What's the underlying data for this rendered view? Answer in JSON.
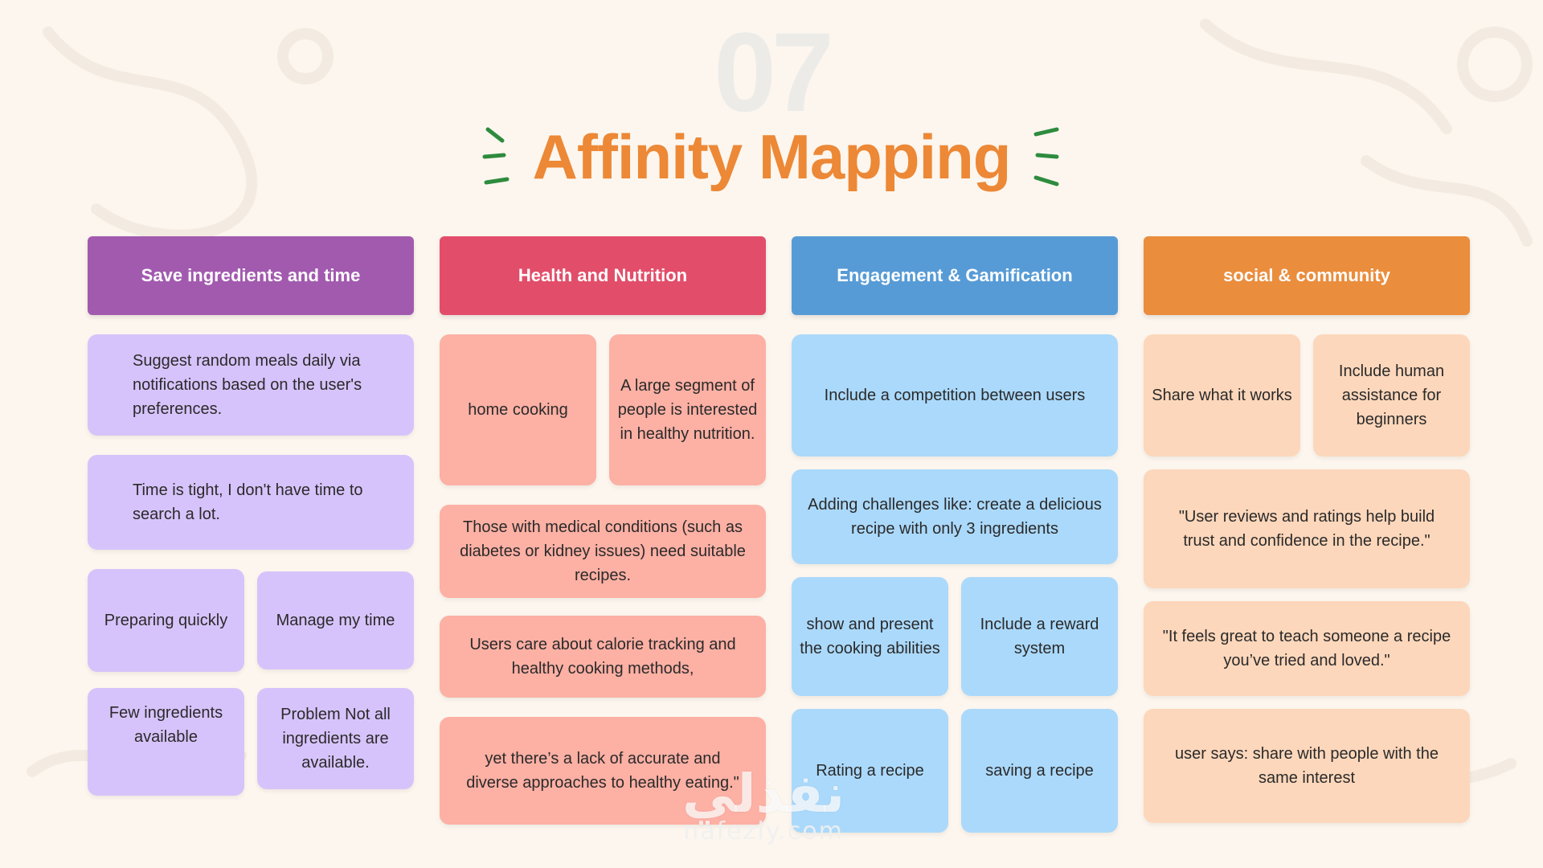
{
  "slide_number": "07",
  "title": "Affinity Mapping",
  "colors": {
    "title_orange": "#ec8836",
    "spark_green": "#2e8b3e",
    "header_purple": "#a25aaf",
    "header_red": "#e24e6a",
    "header_blue": "#579bd6",
    "header_orange": "#ea8d3d",
    "note_purple": "#d7c3fb",
    "note_salmon": "#fdb0a4",
    "note_blue": "#abd9fb",
    "note_peach": "#fdd7bb"
  },
  "columns": [
    {
      "header": "Save ingredients and time",
      "notes": {
        "n1": "Suggest random meals daily via notifications based on the user's preferences.",
        "n2": "Time is tight, I don't have time to search a lot.",
        "n3a": "Preparing quickly",
        "n3b": "Manage my time",
        "n4a": "Few ingredients available",
        "n4b": "Problem Not all ingredients are available."
      }
    },
    {
      "header": "Health and Nutrition",
      "notes": {
        "n1a": "home cooking",
        "n1b": "A large segment of people is interested in healthy nutrition.",
        "n2": "Those with medical conditions (such as diabetes or kidney issues) need suitable recipes.",
        "n3": "Users care about calorie tracking and healthy cooking methods,",
        "n4": "yet there’s a lack of accurate and diverse approaches to healthy eating.\""
      }
    },
    {
      "header": "Engagement & Gamification",
      "notes": {
        "n1": "Include a competition between users",
        "n2": "Adding challenges like: create a delicious recipe with only 3 ingredients",
        "n3a": "show and present the cooking abilities",
        "n3b": "Include a reward system",
        "n4a": "Rating a recipe",
        "n4b": "saving a recipe"
      }
    },
    {
      "header": "social & community",
      "notes": {
        "n1a": "Share what it works",
        "n1b": "Include human assistance for beginners",
        "n2": "\"User reviews and ratings help build trust and confidence in the recipe.\"",
        "n3": "\"It feels great to teach someone a recipe you’ve tried and loved.\"",
        "n4": "user says: share with people with the same interest"
      }
    }
  ],
  "watermark": {
    "arabic": "نفذلي",
    "latin": "nafezly.com"
  }
}
